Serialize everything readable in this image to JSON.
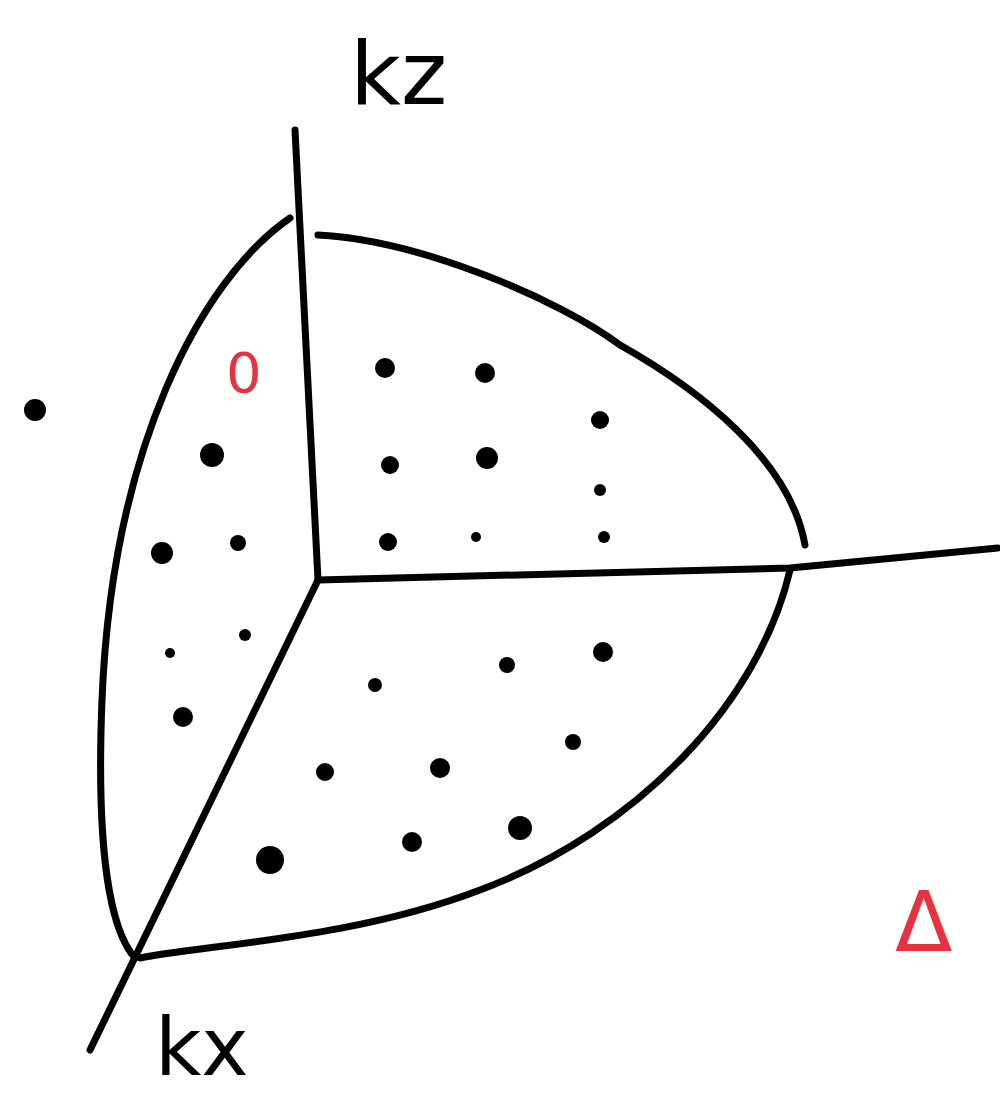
{
  "diagram": {
    "labels": [
      "kz",
      "kx",
      "0",
      "Δ"
    ]
  }
}
